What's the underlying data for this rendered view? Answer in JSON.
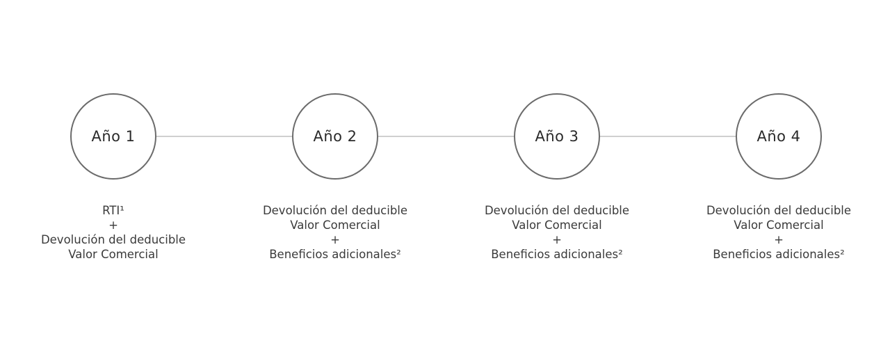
{
  "steps": [
    {
      "title": "Año 1",
      "lines": [
        "RTI¹",
        "+",
        "Devolución del deducible",
        "Valor Comercial"
      ]
    },
    {
      "title": "Año 2",
      "lines": [
        "Devolución del deducible",
        "Valor Comercial",
        "+",
        "Beneficios adicionales²"
      ]
    },
    {
      "title": "Año 3",
      "lines": [
        "Devolución del deducible",
        "Valor Comercial",
        "+",
        "Beneficios adicionales²"
      ]
    },
    {
      "title": "Año 4",
      "lines": [
        "Devolución del deducible",
        "Valor Comercial",
        "+",
        "Beneficios adicionales²"
      ]
    }
  ],
  "colors": {
    "circle_border": "#6b6b6b",
    "connector": "#cfcfcf",
    "text": "#333333"
  }
}
